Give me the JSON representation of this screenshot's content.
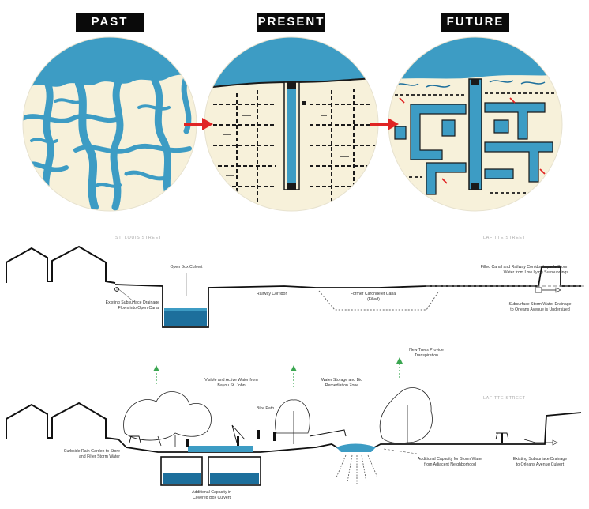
{
  "panels": {
    "past": {
      "title": "PAST"
    },
    "present": {
      "title": "PRESENT"
    },
    "future": {
      "title": "FUTURE"
    }
  },
  "section_existing": {
    "street_left": "ST. LOUIS STREET",
    "street_right": "LAFITTE STREET",
    "labels": {
      "open_box_culvert": "Open Box Culvert",
      "existing_drainage": "Existing Subsurface Drainage\nFlows into Open Canal",
      "railway_corridor": "Railway Corridor",
      "former_canal": "Former Carondelet Canal\n(Filled)",
      "filled_canal": "Filled Canal and Railway Corridor Impede Storm\nWater from Low Lying Surroundings",
      "subsurface_undersized": "Subsurface Storm Water Drainage\nto Orleans Avenue is Undersized"
    }
  },
  "section_proposed": {
    "street_right": "LAFITTE STREET",
    "labels": {
      "curbside_rain_garden": "Curbside Rain Garden to Store\nand Filter Storm Water",
      "visible_water": "Visible and Active Water from\nBayou St. John",
      "bike_path": "Bike Path",
      "water_storage": "Water Storage and Bio\nRemediation Zone",
      "new_trees": "New Trees Provide\nTranspiration",
      "additional_capacity_neighborhood": "Additional Capacity for Storm Water\nfrom Adjacent Neighborhood",
      "existing_to_orleans": "Existing Subsurface Drainage\nto Orleans Avenue Culvert",
      "additional_capacity_box": "Additional Capacity in\nCovered Box Culvert"
    }
  },
  "colors": {
    "water": "#3d9cc4",
    "water_dark": "#1d6f9c",
    "paper": "#f7f1da",
    "arrow": "#e02424",
    "transpiration": "#3aa650",
    "tag_bg": "#0a0a0a"
  }
}
